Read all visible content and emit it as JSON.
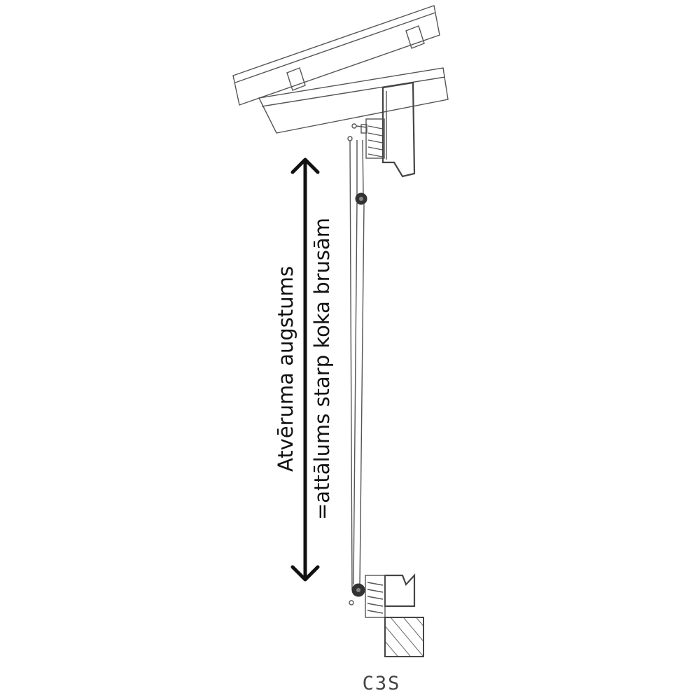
{
  "dimension": {
    "line1": "Atvēruma augstums",
    "line2": "=attālums starp koka brusām"
  },
  "caption": "C3S",
  "colors": {
    "ink": "#111111",
    "drawing": "#555555",
    "background": "#ffffff"
  }
}
